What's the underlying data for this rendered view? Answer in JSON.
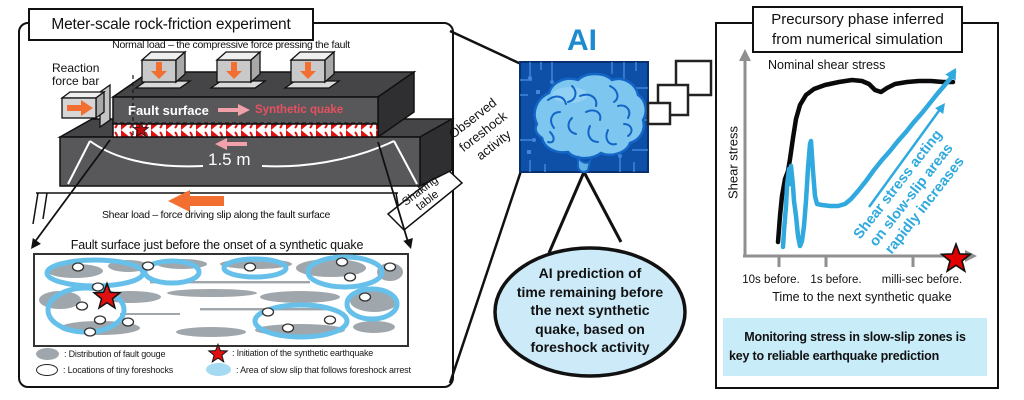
{
  "left_panel": {
    "title": "Meter-scale rock-friction experiment",
    "normal_load_caption": "Normal load – the compressive force pressing the fault",
    "reaction_force_line1": "Reaction",
    "reaction_force_line2": "force bar",
    "fault_surface_label": "Fault surface",
    "synthetic_quake_label": "Synthetic quake",
    "length_label": "1.5 m",
    "shaking_table_line1": "Shaking",
    "shaking_table_line2": "table",
    "shear_load_caption": "Shear load – force driving slip along the fault surface",
    "zoom_box_caption": "Fault surface just before the onset of a synthetic quake",
    "legend": {
      "fault_gouge_label": ": Distribution of fault gouge",
      "tiny_foreshocks_label": ": Locations of tiny foreshocks",
      "initiation_label": ": Initiation of the synthetic earthquake",
      "slow_slip_label": ": Area of slow slip that follows foreshock arrest"
    }
  },
  "middle": {
    "observed_line1": "Observed",
    "observed_line2": "foreshock",
    "observed_line3": "activity",
    "ai_title": "AI",
    "prediction_line1": "AI prediction of",
    "prediction_line2": "time remaining before",
    "prediction_line3": "the next synthetic",
    "prediction_line4": "quake, based on",
    "prediction_line5": "foreshock activity"
  },
  "right_panel": {
    "title_line1": "Precursory phase inferred",
    "title_line2": "from numerical simulation",
    "nominal_stress_label": "Nominal shear stress",
    "y_axis_label": "Shear stress",
    "slow_slip_annotation_line1": "Shear stress acting",
    "slow_slip_annotation_line2": "on slow-slip areas",
    "slow_slip_annotation_line3": "rapidly increases",
    "x_tick_labels": [
      "10s before.",
      "1s before.",
      "milli-sec before."
    ],
    "x_axis_label": "Time to the next synthetic quake",
    "conclusion_line1": "Monitoring stress in slow-slip zones is",
    "conclusion_line2": "key to reliable earthquake prediction"
  },
  "colors": {
    "accent_blue": "#2fa9de",
    "ai_title_blue": "#1e8bd0",
    "chip_background": "#0e4fa8",
    "load_orange": "#f26f31",
    "synthetic_quake_red": "#e8505f",
    "star_red": "#e01010",
    "light_blue_fill": "#cdeaf8",
    "block_gray": "#58585a",
    "fault_gouge_gray": "#9fa7ad"
  },
  "chart_data": {
    "type": "line",
    "title": "Precursory phase inferred from numerical simulation",
    "xlabel": "Time to the next synthetic quake",
    "ylabel": "Shear stress",
    "x_ticks": [
      "10s before.",
      "1s before.",
      "milli-sec before."
    ],
    "grid": false,
    "legend_position": "none",
    "values_estimated": true,
    "series": [
      {
        "name": "Nominal shear stress",
        "color": "#111111",
        "points_norm": [
          [
            0.02,
            0.08
          ],
          [
            0.04,
            0.35
          ],
          [
            0.06,
            0.55
          ],
          [
            0.08,
            0.72
          ],
          [
            0.1,
            0.82
          ],
          [
            0.14,
            0.9
          ],
          [
            0.2,
            0.94
          ],
          [
            0.3,
            0.96
          ],
          [
            0.4,
            0.97
          ],
          [
            0.45,
            0.93
          ],
          [
            0.48,
            0.92
          ],
          [
            0.55,
            0.96
          ],
          [
            0.7,
            0.97
          ],
          [
            0.85,
            0.97
          ],
          [
            1.0,
            0.96
          ]
        ]
      },
      {
        "name": "Shear stress acting on slow-slip areas",
        "color": "#2fa9de",
        "points_norm": [
          [
            0.03,
            0.02
          ],
          [
            0.05,
            0.42
          ],
          [
            0.06,
            0.25
          ],
          [
            0.07,
            0.44
          ],
          [
            0.08,
            0.18
          ],
          [
            0.09,
            0.04
          ],
          [
            0.12,
            0.22
          ],
          [
            0.14,
            0.62
          ],
          [
            0.15,
            0.63
          ],
          [
            0.16,
            0.3
          ],
          [
            0.2,
            0.28
          ],
          [
            0.3,
            0.28
          ],
          [
            0.4,
            0.36
          ],
          [
            0.5,
            0.46
          ],
          [
            0.6,
            0.57
          ],
          [
            0.7,
            0.68
          ],
          [
            0.8,
            0.79
          ],
          [
            0.9,
            0.9
          ],
          [
            1.0,
            1.0
          ]
        ]
      }
    ],
    "annotations": [
      "Shear stress acting on slow-slip areas rapidly increases",
      "red star = moment of the next synthetic quake on the time axis"
    ]
  }
}
